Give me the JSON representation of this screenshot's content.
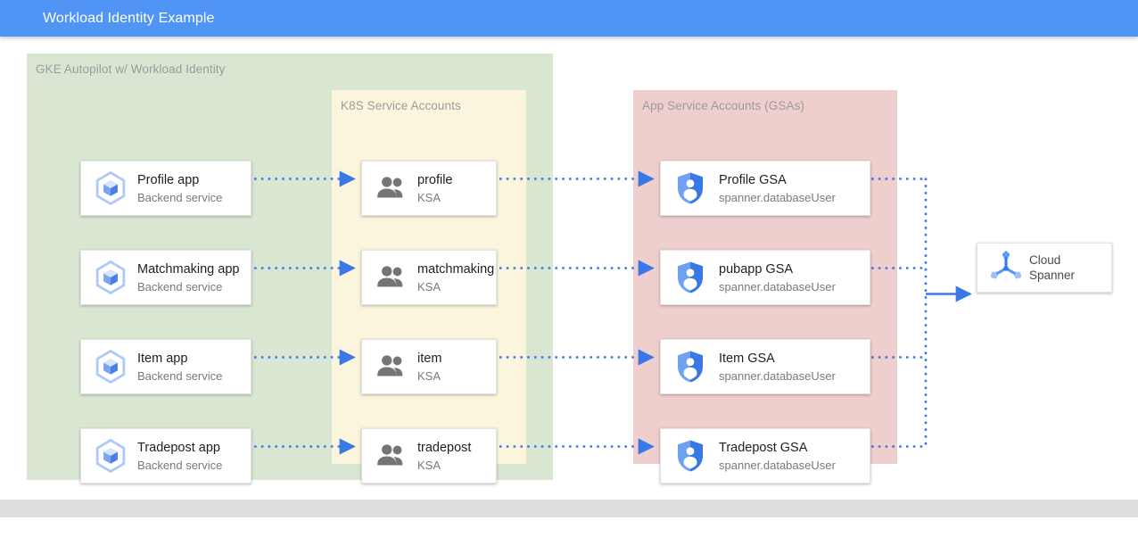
{
  "window": {
    "title": "Workload Identity Example",
    "title_bar_color": "#5094f5",
    "footer_color": "#dddddd"
  },
  "zones": {
    "gke": {
      "label": "GKE Autopilot w/ Workload Identity",
      "color": "#d9e7d2"
    },
    "ksa": {
      "label": "K8S Service Accounts",
      "color": "#fcf5dd"
    },
    "gsa": {
      "label": "App Service Accounts (GSAs)",
      "color": "#efcfcd"
    }
  },
  "apps": [
    {
      "name": "Profile app",
      "subtitle": "Backend service",
      "icon": "gke-cube-icon"
    },
    {
      "name": "Matchmaking app",
      "subtitle": "Backend service",
      "icon": "gke-cube-icon"
    },
    {
      "name": "Item app",
      "subtitle": "Backend service",
      "icon": "gke-cube-icon"
    },
    {
      "name": "Tradepost app",
      "subtitle": "Backend service",
      "icon": "gke-cube-icon"
    }
  ],
  "ksas": [
    {
      "name": "profile",
      "subtitle": "KSA",
      "icon": "people-icon"
    },
    {
      "name": "matchmaking",
      "subtitle": "KSA",
      "icon": "people-icon"
    },
    {
      "name": "item",
      "subtitle": "KSA",
      "icon": "people-icon"
    },
    {
      "name": "tradepost",
      "subtitle": "KSA",
      "icon": "people-icon"
    }
  ],
  "gsas": [
    {
      "name": "Profile GSA",
      "subtitle": "spanner.databaseUser",
      "icon": "shield-account-icon"
    },
    {
      "name": "pubapp GSA",
      "subtitle": "spanner.databaseUser",
      "icon": "shield-account-icon"
    },
    {
      "name": "Item GSA",
      "subtitle": "spanner.databaseUser",
      "icon": "shield-account-icon"
    },
    {
      "name": "Tradepost GSA",
      "subtitle": "spanner.databaseUser",
      "icon": "shield-account-icon"
    }
  ],
  "datastore": {
    "name_line1": "Cloud",
    "name_line2": "Spanner",
    "icon": "cloud-spanner-icon"
  },
  "connectors": {
    "style": "dotted",
    "color": "#3b78e7",
    "arrow_color": "#3b78e7",
    "spanner_link_style": "solid"
  }
}
